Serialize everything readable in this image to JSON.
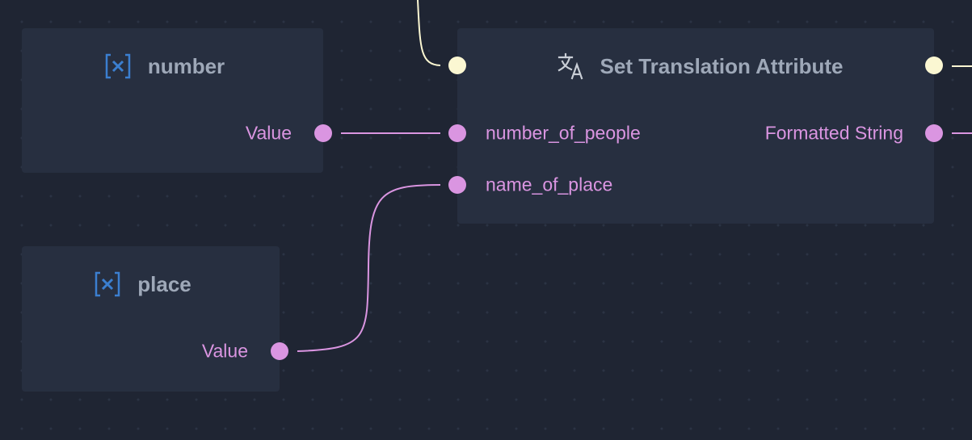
{
  "canvas": {
    "background": "#1f2533",
    "node_fill": "#272f40",
    "data_color": "#da95e1",
    "exec_color": "#fbf7d2"
  },
  "nodes": {
    "number": {
      "icon": "variable-icon",
      "title": "number",
      "output_label": "Value"
    },
    "place": {
      "icon": "variable-icon",
      "title": "place",
      "output_label": "Value"
    },
    "translation": {
      "icon": "translate-icon",
      "title": "Set Translation Attribute",
      "inputs": [
        "number_of_people",
        "name_of_place"
      ],
      "outputs": [
        "Formatted String"
      ]
    }
  },
  "connections": [
    {
      "from": "number.Value",
      "to": "translation.number_of_people"
    },
    {
      "from": "place.Value",
      "to": "translation.name_of_place"
    }
  ]
}
